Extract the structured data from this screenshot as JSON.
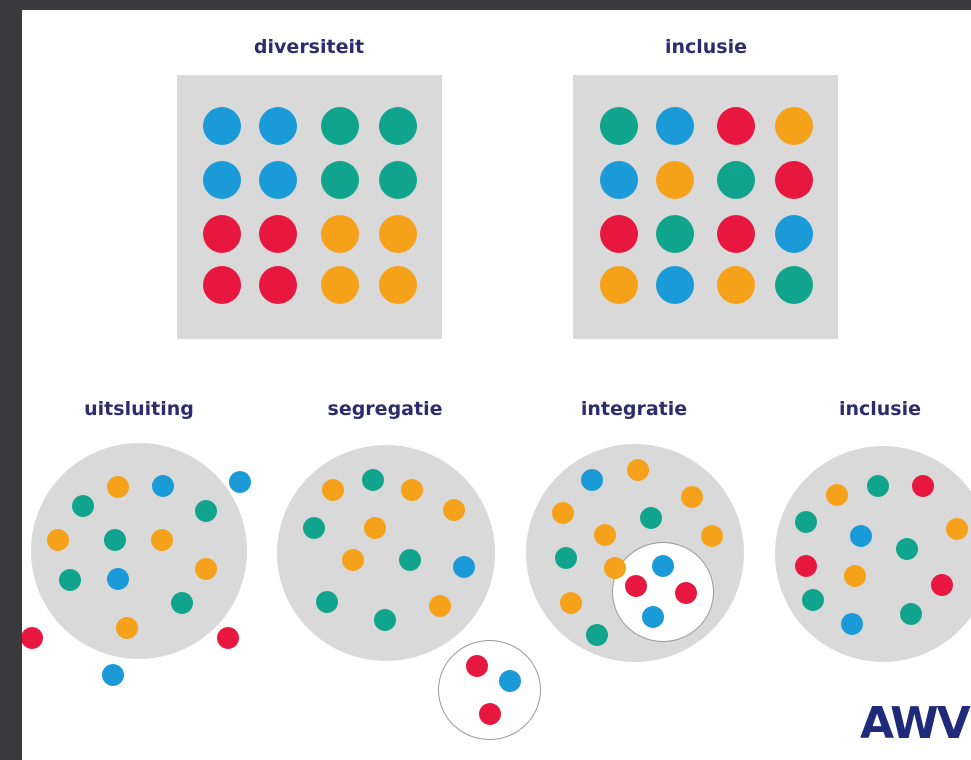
{
  "colors": {
    "blue": "#1b9ad8",
    "teal": "#10a48c",
    "red": "#e8173f",
    "orange": "#f5a11a"
  },
  "top": {
    "diversiteit": {
      "title": "diversiteit",
      "grid": [
        [
          "blue",
          "blue",
          "teal",
          "teal"
        ],
        [
          "blue",
          "blue",
          "teal",
          "teal"
        ],
        [
          "red",
          "red",
          "orange",
          "orange"
        ],
        [
          "red",
          "red",
          "orange",
          "orange"
        ]
      ]
    },
    "inclusie": {
      "title": "inclusie",
      "grid": [
        [
          "teal",
          "blue",
          "red",
          "orange"
        ],
        [
          "blue",
          "orange",
          "teal",
          "red"
        ],
        [
          "red",
          "teal",
          "red",
          "blue"
        ],
        [
          "orange",
          "blue",
          "orange",
          "teal"
        ]
      ]
    }
  },
  "bottom": {
    "uitsluiting": {
      "title": "uitsluiting"
    },
    "segregatie": {
      "title": "segregatie"
    },
    "integratie": {
      "title": "integratie"
    },
    "inclusie": {
      "title": "inclusie"
    }
  },
  "logo": {
    "text": "AWV"
  }
}
